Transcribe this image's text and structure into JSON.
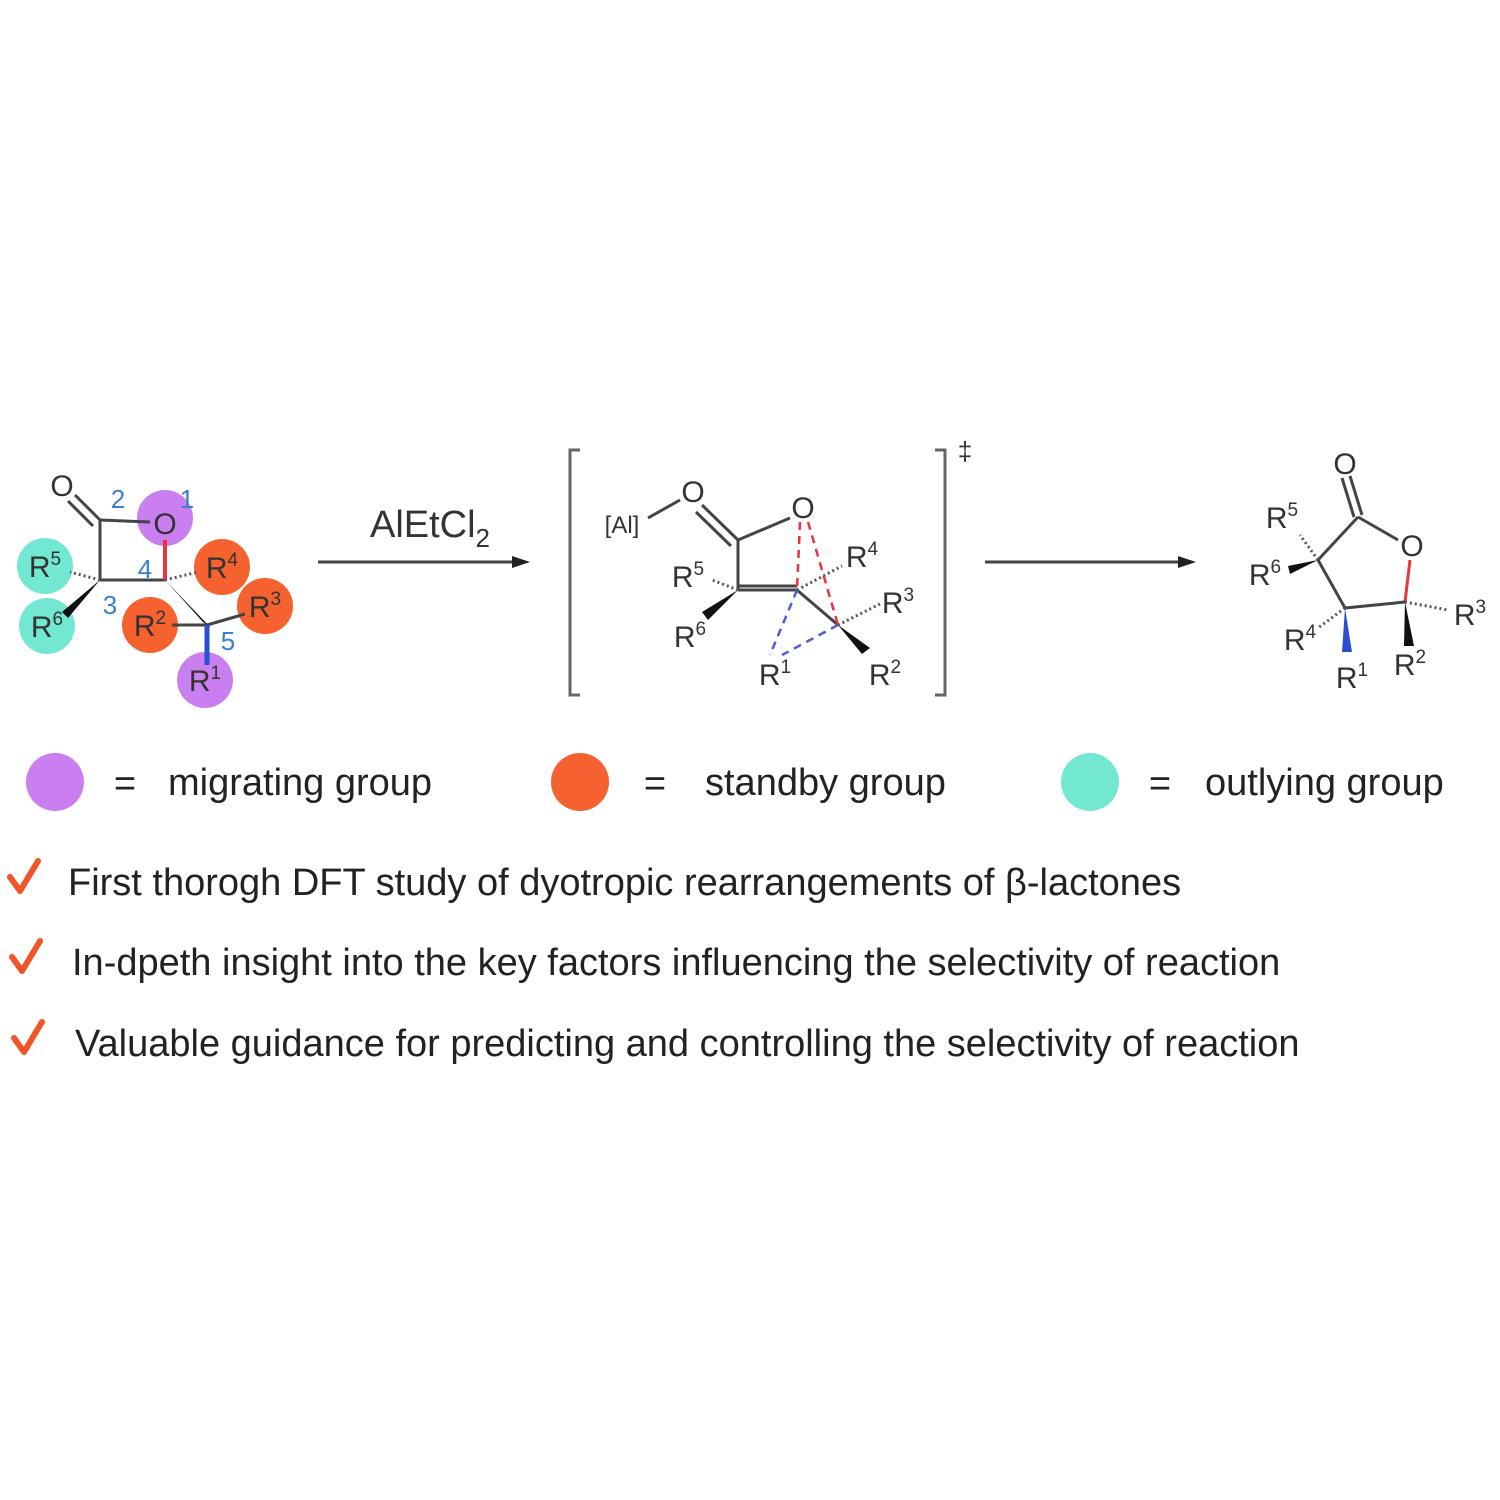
{
  "colors": {
    "migrating": "#c97ff0",
    "standby": "#f5612f",
    "outlying": "#72e8d2",
    "check": "#f0552a",
    "red_bond": "#e8343c",
    "blue_bond": "#2a4fd0"
  },
  "reagent": {
    "base": "AlEtCl",
    "sub": "2"
  },
  "ts_symbol": "‡",
  "reactant": {
    "atoms": {
      "O_carbonyl": "O",
      "O_ring": "O"
    },
    "numbers": [
      "1",
      "2",
      "3",
      "4",
      "5"
    ],
    "groups": [
      {
        "id": "r5",
        "base": "R",
        "sup": "5",
        "type": "outlying"
      },
      {
        "id": "r6",
        "base": "R",
        "sup": "6",
        "type": "outlying"
      },
      {
        "id": "r2",
        "base": "R",
        "sup": "2",
        "type": "standby"
      },
      {
        "id": "r4",
        "base": "R",
        "sup": "4",
        "type": "standby"
      },
      {
        "id": "r3",
        "base": "R",
        "sup": "3",
        "type": "standby"
      },
      {
        "id": "r1",
        "base": "R",
        "sup": "1",
        "type": "migrating"
      }
    ]
  },
  "transition_state": {
    "al_label": "[Al]",
    "atoms": {
      "O_carbonyl": "O",
      "O_ring": "O"
    },
    "groups": [
      {
        "id": "r5",
        "base": "R",
        "sup": "5"
      },
      {
        "id": "r6",
        "base": "R",
        "sup": "6"
      },
      {
        "id": "r4",
        "base": "R",
        "sup": "4"
      },
      {
        "id": "r3",
        "base": "R",
        "sup": "3"
      },
      {
        "id": "r1",
        "base": "R",
        "sup": "1"
      },
      {
        "id": "r2",
        "base": "R",
        "sup": "2"
      }
    ]
  },
  "product": {
    "atoms": {
      "O_carbonyl": "O",
      "O_ring": "O"
    },
    "groups": [
      {
        "id": "r5",
        "base": "R",
        "sup": "5"
      },
      {
        "id": "r6",
        "base": "R",
        "sup": "6"
      },
      {
        "id": "r4",
        "base": "R",
        "sup": "4"
      },
      {
        "id": "r1",
        "base": "R",
        "sup": "1"
      },
      {
        "id": "r2",
        "base": "R",
        "sup": "2"
      },
      {
        "id": "r3",
        "base": "R",
        "sup": "3"
      }
    ]
  },
  "legend": [
    {
      "type": "migrating",
      "equals": "=",
      "label": "migrating group"
    },
    {
      "type": "standby",
      "equals": "=",
      "label": "standby group"
    },
    {
      "type": "outlying",
      "equals": "=",
      "label": "outlying group"
    }
  ],
  "highlights": [
    {
      "icon": "checkmark-icon",
      "text": "First thorogh DFT study of dyotropic rearrangements of β-lactones"
    },
    {
      "icon": "checkmark-icon",
      "text": "In-dpeth insight into the key factors influencing the selectivity of reaction"
    },
    {
      "icon": "checkmark-icon",
      "text": "Valuable guidance for predicting and controlling the selectivity of reaction"
    }
  ]
}
